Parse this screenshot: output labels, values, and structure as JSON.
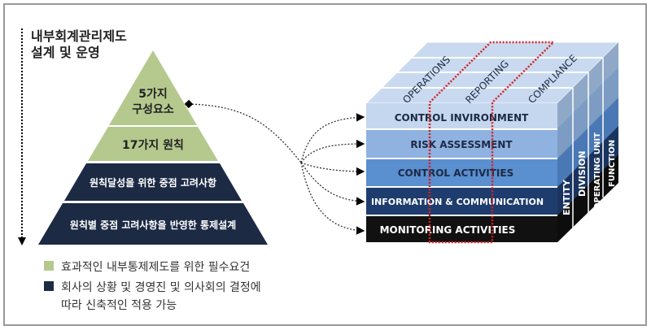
{
  "title": {
    "line1": "내부회계관리제도",
    "line2": "설계 및 운영"
  },
  "pyramid": {
    "level1": {
      "line1": "5가지",
      "line2": "구성요소"
    },
    "level2": "17가지 원칙",
    "level3": "원칙달성을 위한 중점 고려사항",
    "level4": "원칙별 중점 고려사항을 반영한 통제설계"
  },
  "legend": {
    "green": "효과적인 내부통제제도를 위한 필수요건",
    "dark_line1": "회사의 상황 및 경영진 및 의사회의 결정에",
    "dark_line2": "따라 신축적인 적용 가능"
  },
  "cube": {
    "objectives": [
      "OPERATIONS",
      "REPORTING",
      "COMPLIANCE"
    ],
    "components": [
      "CONTROL INVIRONMENT",
      "RISK ASSESSMENT",
      "CONTROL ACTIVITIES",
      "INFORMATION & COMMUNICATION",
      "MONITORING ACTIVITIES"
    ],
    "structure": [
      "ENTITY",
      "DIVISION",
      "OPERATING UNIT",
      "FUNCTION"
    ]
  },
  "colors": {
    "green": "#b5c98e",
    "navy": "#1c2a44",
    "row1": "#c5d7ee",
    "row2": "#8fb2e0",
    "row3": "#5a8fd0",
    "row4": "#1e3d6e",
    "row5": "#111111",
    "red": "#d42020"
  }
}
